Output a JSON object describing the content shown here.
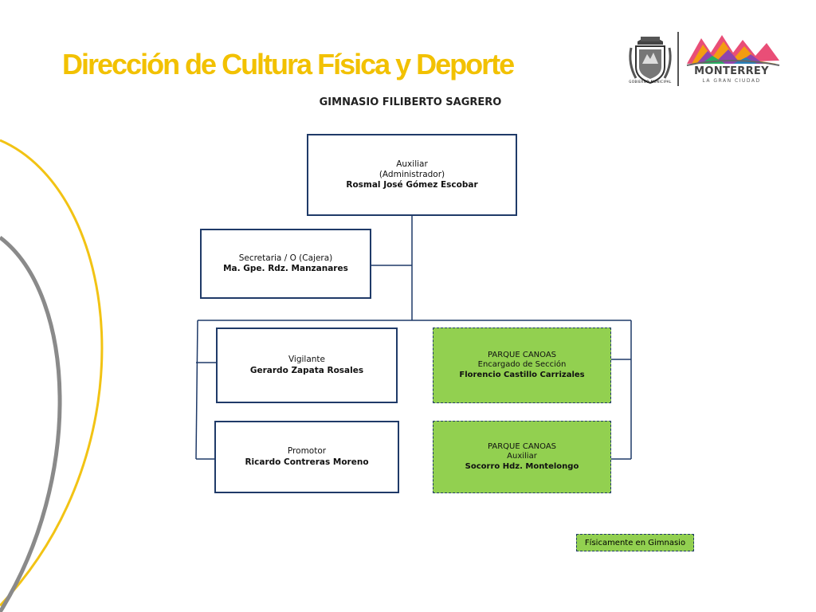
{
  "header": {
    "title": "Dirección de Cultura Física y Deporte",
    "subtitle": "GIMNASIO FILIBERTO SAGRERO"
  },
  "logos": {
    "municipal_caption": "GOBIERNO MUNICIPAL",
    "city_name": "MONTERREY",
    "city_tagline": "LA GRAN CIUDAD"
  },
  "org": {
    "root": {
      "line1": "Auxiliar",
      "line2": "(Administrador)",
      "name": "Rosmal  José Gómez Escobar"
    },
    "secretary": {
      "role": "Secretaria / O (Cajera)",
      "name": "Ma. Gpe. Rdz. Manzanares"
    },
    "vigilante": {
      "role": "Vigilante",
      "name": "Gerardo Zapata Rosales"
    },
    "promotor": {
      "role": "Promotor",
      "name": "Ricardo Contreras Moreno"
    },
    "parque_encargado": {
      "line1": "PARQUE CANOAS",
      "line2": "Encargado de Sección",
      "name": "Florencio Castillo Carrizales"
    },
    "parque_auxiliar": {
      "line1": "PARQUE CANOAS",
      "line2": "Auxiliar",
      "name": "Socorro Hdz. Montelongo"
    }
  },
  "legend": {
    "label": "Físicamente en Gimnasio"
  },
  "colors": {
    "title": "#f2c100",
    "arc_yellow": "#f2c314",
    "arc_gray": "#8a8a8a",
    "box_border": "#1f3a68",
    "green_fill": "#92d050"
  }
}
